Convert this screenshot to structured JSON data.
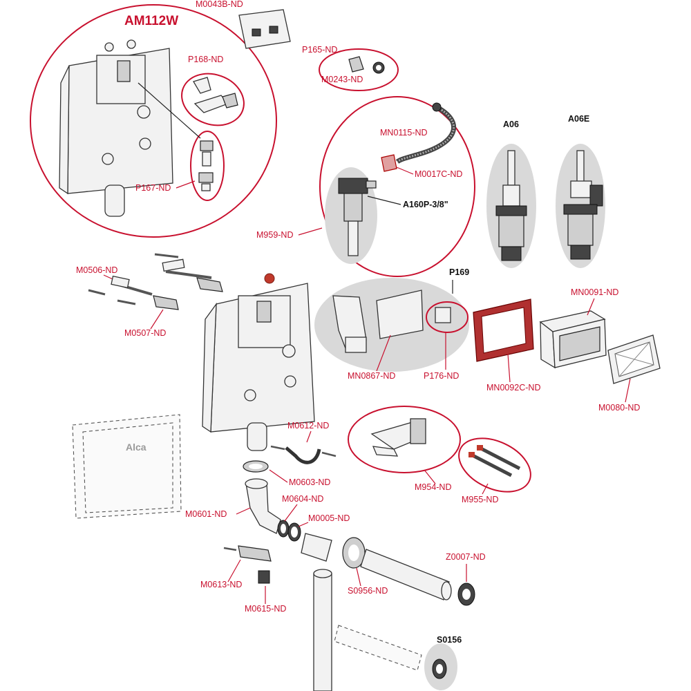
{
  "product": {
    "model": "AM112W",
    "brand_mark": "Alca"
  },
  "labels": {
    "m0043b": "M0043B-ND",
    "p165": "P165-ND",
    "m0243": "M0243-ND",
    "p168": "P168-ND",
    "p167": "P167-ND",
    "mn0115": "MN0115-ND",
    "m0017c": "M0017C-ND",
    "a160p": "A160P-3/8\"",
    "m959": "M959-ND",
    "a06": "A06",
    "a06e": "A06E",
    "m0506": "M0506-ND",
    "m0507": "M0507-ND",
    "p169": "P169",
    "mn0091": "MN0091-ND",
    "mn0867": "MN0867-ND",
    "p176": "P176-ND",
    "mn0092c": "MN0092C-ND",
    "m0080": "M0080-ND",
    "m0612": "M0612-ND",
    "m0603": "M0603-ND",
    "m0604": "M0604-ND",
    "m0005": "M0005-ND",
    "m0601": "M0601-ND",
    "m954": "M954-ND",
    "m955": "M955-ND",
    "z0007": "Z0007-ND",
    "m0613": "M0613-ND",
    "s0956": "S0956-ND",
    "m0615": "M0615-ND",
    "s0156": "S0156"
  },
  "colors": {
    "label_red": "#c8102e",
    "label_black": "#111111",
    "highlight_grey": "#d9d9d9"
  }
}
